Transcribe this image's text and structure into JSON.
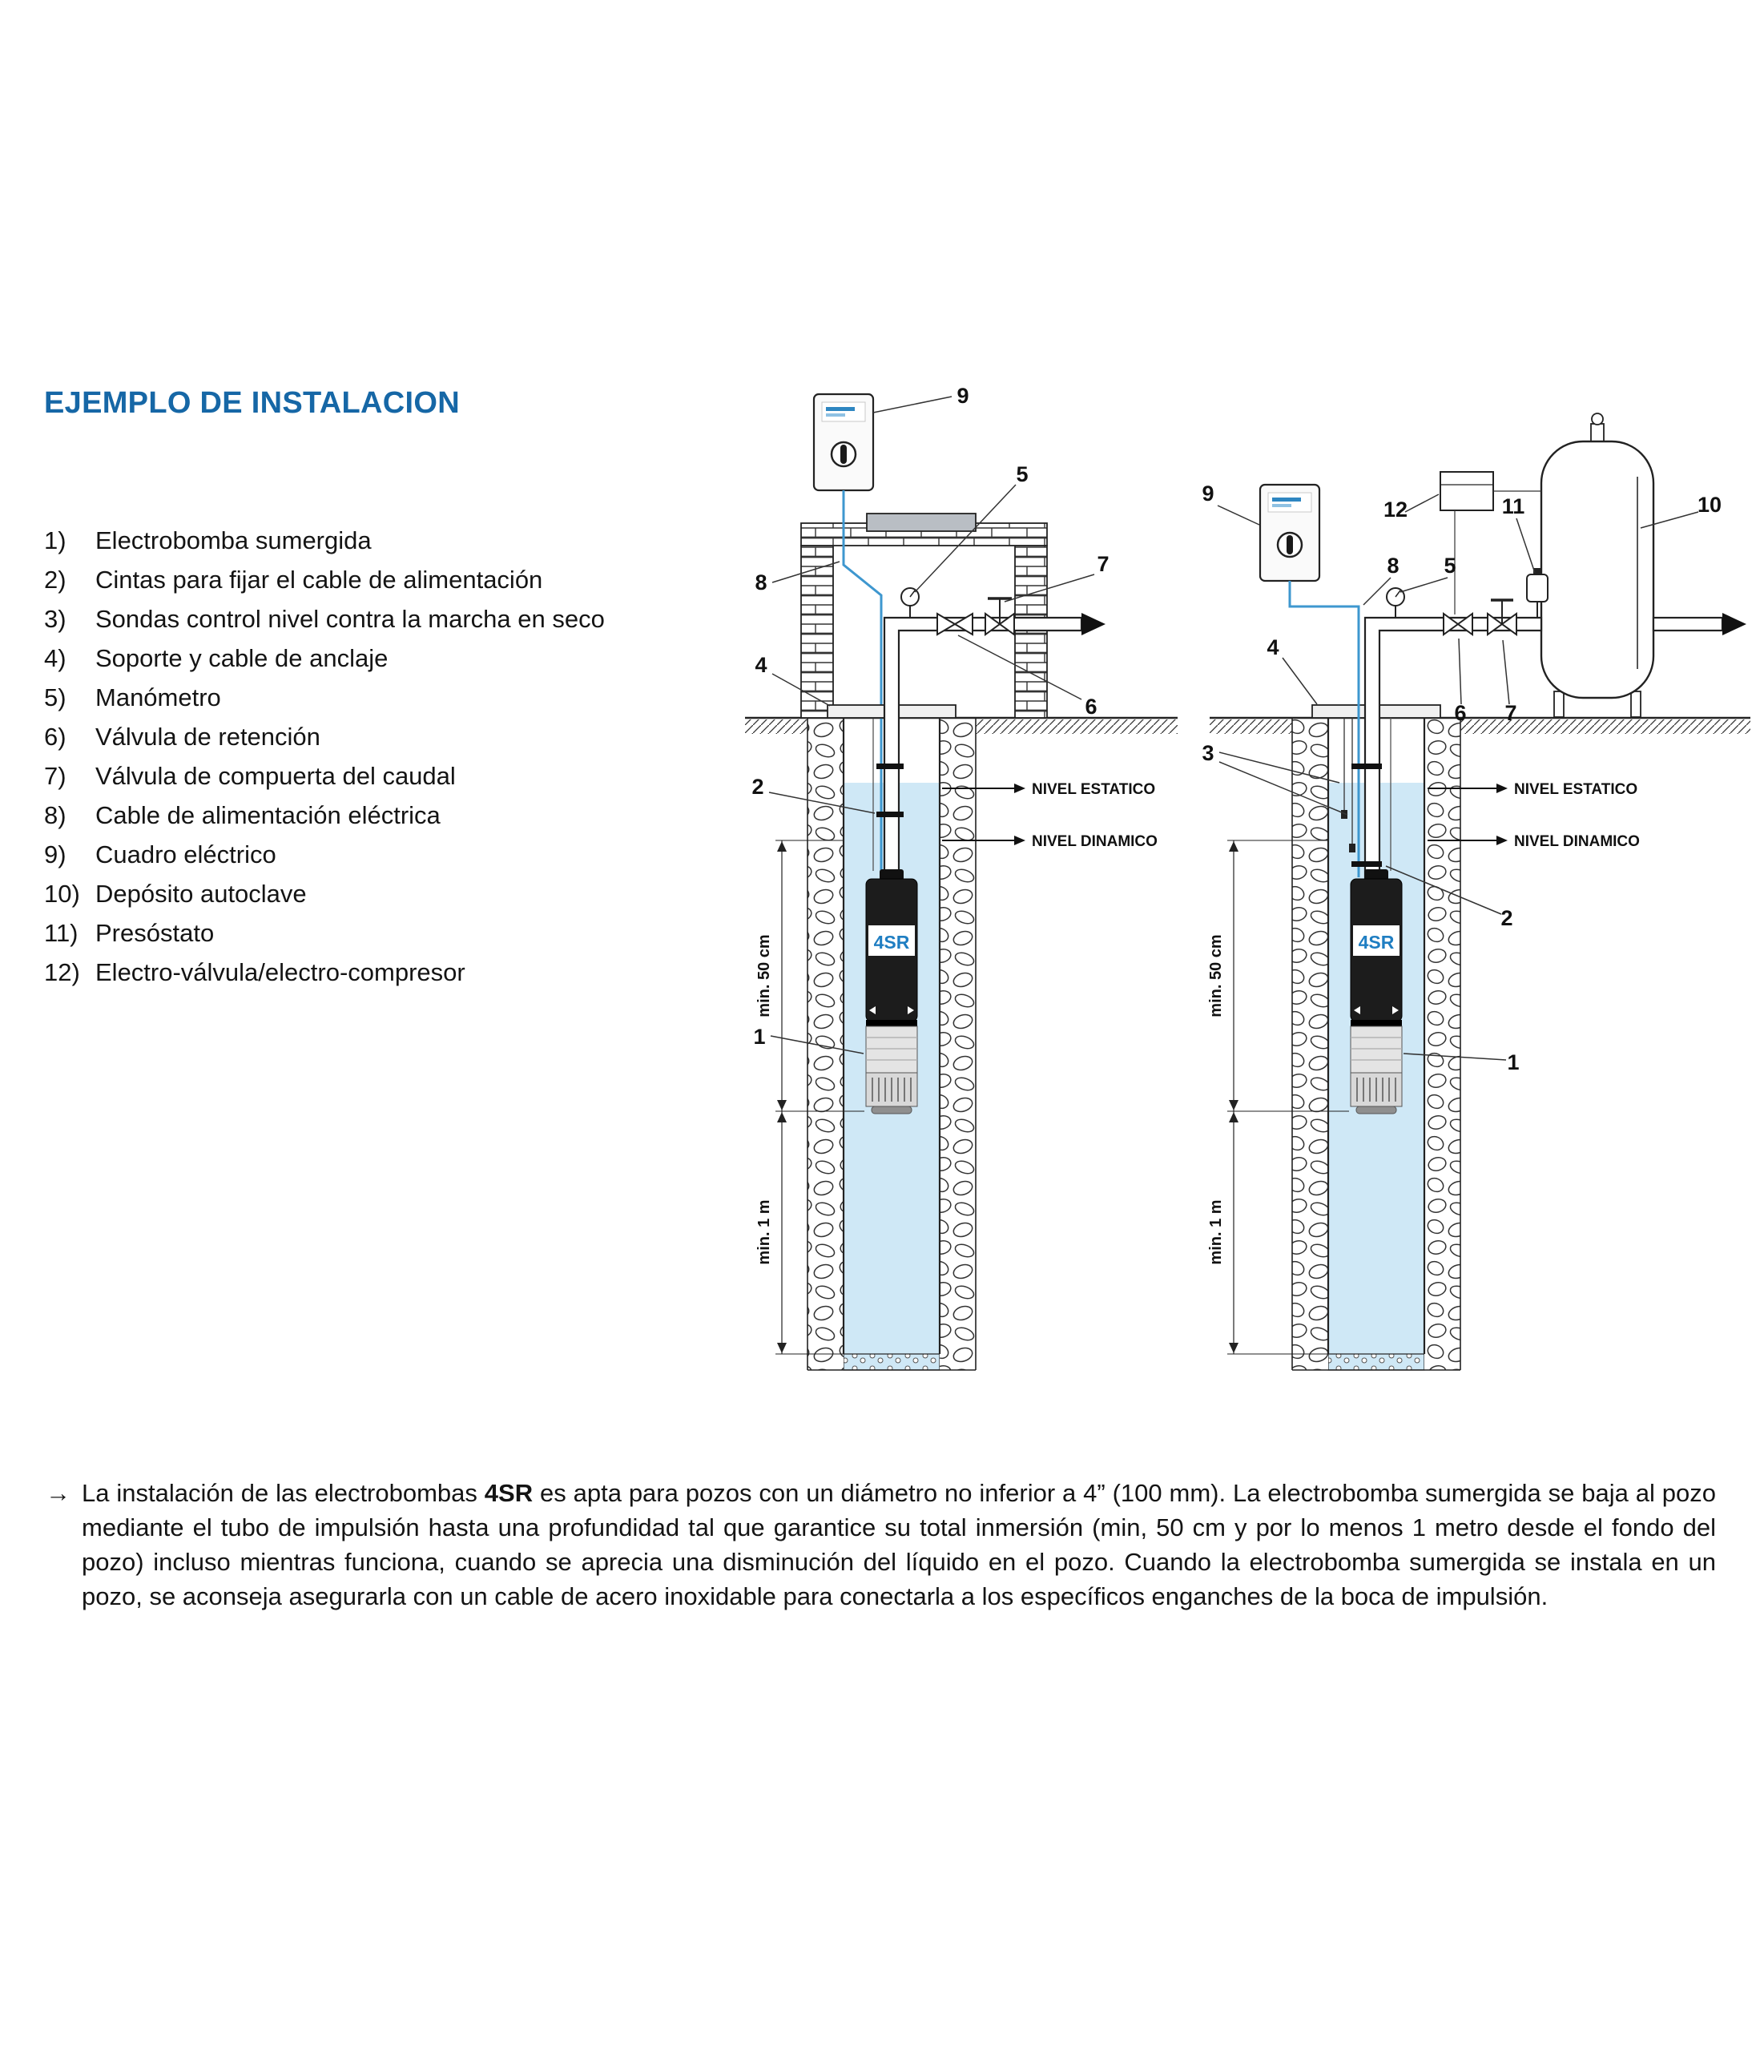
{
  "page": {
    "title": "EJEMPLO DE INSTALACION"
  },
  "legend": {
    "items": [
      {
        "num": "1)",
        "label": "Electrobomba sumergida"
      },
      {
        "num": "2)",
        "label": "Cintas para fijar el cable de alimentación"
      },
      {
        "num": "3)",
        "label": "Sondas control nivel contra la marcha en seco"
      },
      {
        "num": "4)",
        "label": "Soporte y cable de anclaje"
      },
      {
        "num": "5)",
        "label": "Manómetro"
      },
      {
        "num": "6)",
        "label": "Válvula de retención"
      },
      {
        "num": "7)",
        "label": "Válvula de compuerta del caudal"
      },
      {
        "num": "8)",
        "label": "Cable de alimentación eléctrica"
      },
      {
        "num": "9)",
        "label": "Cuadro eléctrico"
      },
      {
        "num": "10)",
        "label": "Depósito autoclave"
      },
      {
        "num": "11)",
        "label": "Presóstato"
      },
      {
        "num": "12)",
        "label": "Electro-válvula/electro-compresor"
      }
    ]
  },
  "diagram_left": {
    "levels": {
      "static": "NIVEL ESTATICO",
      "dynamic": "NIVEL DINAMICO"
    },
    "dims": {
      "min_submersion": "min. 50 cm",
      "min_bottom": "min. 1 m"
    },
    "pump_label": "4SR",
    "callouts": {
      "c1": "1",
      "c2": "2",
      "c4": "4",
      "c5": "5",
      "c6": "6",
      "c7": "7",
      "c8": "8",
      "c9": "9"
    }
  },
  "diagram_right": {
    "levels": {
      "static": "NIVEL ESTATICO",
      "dynamic": "NIVEL DINAMICO"
    },
    "dims": {
      "min_submersion": "min. 50 cm",
      "min_bottom": "min. 1 m"
    },
    "pump_label": "4SR",
    "callouts": {
      "c1": "1",
      "c2": "2",
      "c3": "3",
      "c4": "4",
      "c5": "5",
      "c6": "6",
      "c7": "7",
      "c8": "8",
      "c9": "9",
      "c10": "10",
      "c11": "11",
      "c12": "12"
    }
  },
  "footnote": {
    "bullet": "→",
    "text_before_bold": "La instalación de las electrobombas ",
    "bold": "4SR",
    "text_after_bold": " es apta para pozos con un diámetro no inferior a 4” (100 mm). La electrobomba sumergida se baja al pozo mediante el tubo de impulsión hasta una profundidad tal que garantice su total inmersión (min, 50 cm y por lo menos 1 metro desde el fondo del pozo) incluso mientras funciona, cuando se aprecia una disminución del líquido en el pozo. Cuando la electrobomba sumergida se instala en un pozo, se aconseja asegurarla con un cable de acero inoxidable para conectarla a los específicos enganches de la boca de impulsión."
  },
  "colors": {
    "title_blue": "#1667a6",
    "pump_label_blue": "#1f7ec2",
    "cable_blue": "#3e97cf",
    "water_blue": "#cfe8f6"
  }
}
